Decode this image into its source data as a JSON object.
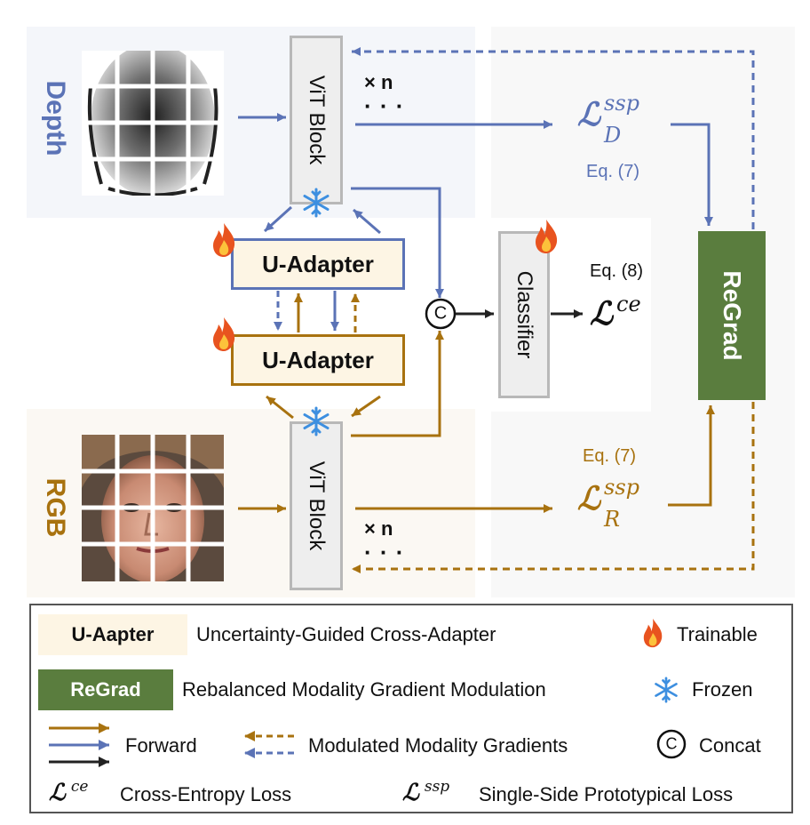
{
  "modalities": {
    "depth": "Depth",
    "rgb": "RGB"
  },
  "blocks": {
    "vit_label": "ViT Block",
    "repeat": "× n",
    "dots": "· · ·",
    "adapter_label": "U-Adapter",
    "classifier_label": "Classifier",
    "regrad_label": "ReGrad",
    "concat_symbol": "C"
  },
  "losses": {
    "ssp_depth": {
      "symbol": "ℒ",
      "sup": "ssp",
      "sub": "D",
      "eq": "Eq. (7)"
    },
    "ssp_rgb": {
      "symbol": "ℒ",
      "sup": "ssp",
      "sub": "R",
      "eq": "Eq. (7)"
    },
    "ce": {
      "symbol": "ℒ",
      "sup": "ce",
      "eq": "Eq. (8)"
    }
  },
  "legend": {
    "adapter_box": "U-Aapter",
    "adapter_desc": "Uncertainty-Guided Cross-Adapter",
    "trainable": "Trainable",
    "regrad_box": "ReGrad",
    "regrad_desc": "Rebalanced Modality Gradient Modulation",
    "frozen": "Frozen",
    "forward": "Forward",
    "modulated": "Modulated Modality Gradients",
    "concat_symbol": "C",
    "concat": "Concat",
    "ce_symbol": "ℒ",
    "ce_sup": "ce",
    "ce_desc": "Cross-Entropy Loss",
    "ssp_symbol": "ℒ",
    "ssp_sup": "ssp",
    "ssp_desc": "Single-Side Prototypical Loss"
  },
  "colors": {
    "depth": "#5b73b6",
    "rgb": "#a8720f",
    "black": "#222222",
    "regrad": "#5a7d3e",
    "adapter_fill": "#fdf5e4",
    "vit_fill": "#eeeeee",
    "snowflake": "#3d8fe0",
    "flame": "#e8531f"
  },
  "icons": [
    "face-depth-patches",
    "face-rgb-patches",
    "snowflake-icon",
    "flame-icon",
    "concat-icon"
  ]
}
